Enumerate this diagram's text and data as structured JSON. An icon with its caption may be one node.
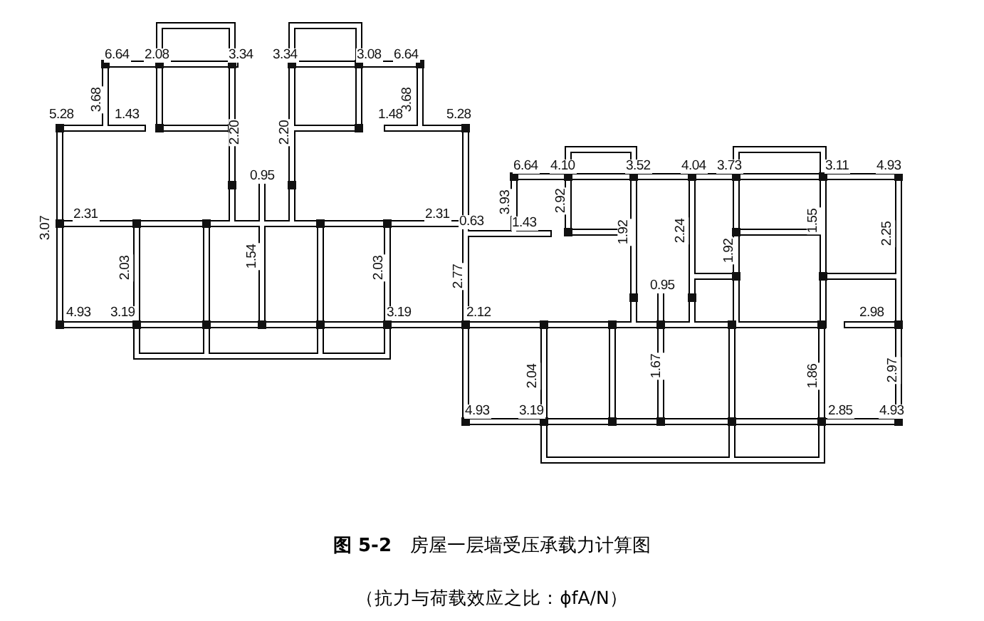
{
  "diagram": {
    "caption": "**图 5-2**　房屋一层墙受压承载力计算图",
    "labels": [
      "6.64",
      "2.08",
      "3.34",
      "3.34",
      "3.08",
      "6.64",
      "3.68",
      "3.68",
      "5.28",
      "1.43",
      "2.20",
      "2.20",
      "1.48",
      "5.28",
      "0.95",
      "3.07",
      "2.31",
      "2.31",
      "0.63",
      "2.03",
      "1.54",
      "2.03",
      "2.77",
      "4.93",
      "3.19",
      "3.19",
      "2.12",
      "6.64",
      "4.10",
      "3.52",
      "4.04",
      "3.73",
      "3.11",
      "4.93",
      "3.93",
      "2.92",
      "1.43",
      "1.92",
      "2.24",
      "1.55",
      "2.25",
      "1.92",
      "0.95",
      "2.98",
      "2.04",
      "1.67",
      "1.86",
      "2.97",
      "4.93",
      "3.19",
      "2.85",
      "4.93",
      "（抗力与荷载效应之比：ϕfA/N）"
    ]
  }
}
